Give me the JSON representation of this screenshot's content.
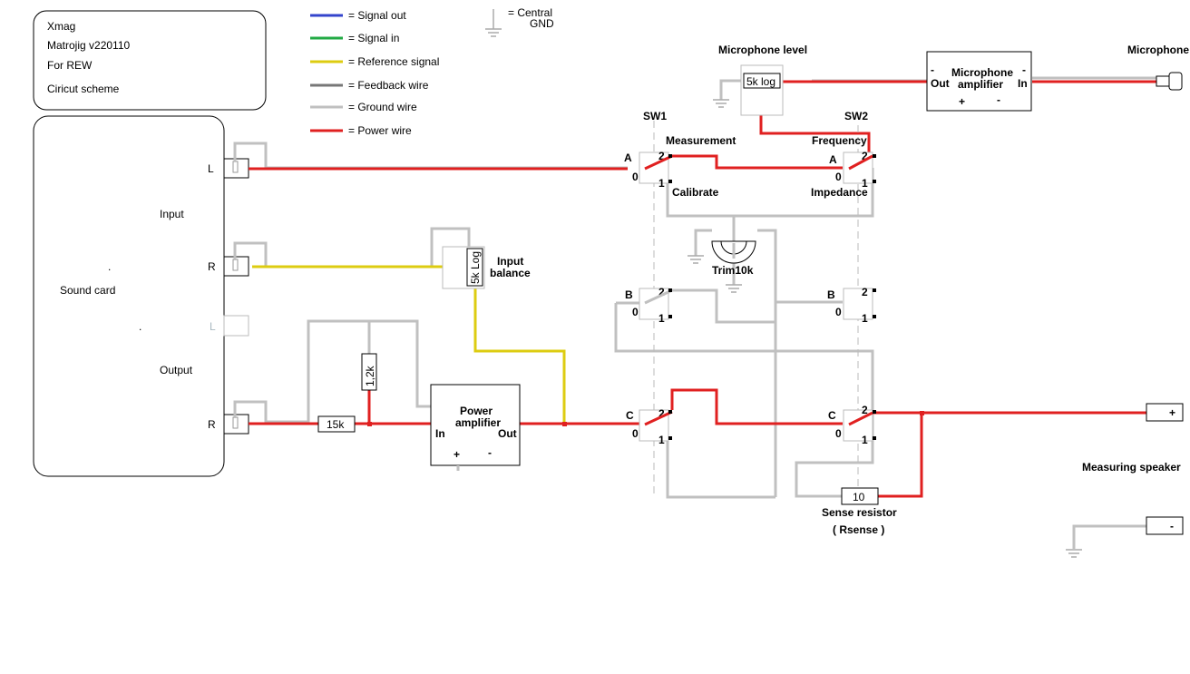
{
  "info_box": {
    "line1": "Xmag",
    "line2": "Matrojig v220110",
    "line3": "For REW",
    "line4": "Ciricut scheme"
  },
  "legend": {
    "items": [
      {
        "label": "= Signal out",
        "color": "#3344cc"
      },
      {
        "label": "= Signal in",
        "color": "#22aa44"
      },
      {
        "label": "= Reference signal",
        "color": "#ddcc11"
      },
      {
        "label": "= Feedback wire",
        "color": "#777777"
      },
      {
        "label": "= Ground wire",
        "color": "#c0c0c0"
      },
      {
        "label": "= Power wire",
        "color": "#e02020"
      }
    ],
    "central_gnd_line1": "= Central",
    "central_gnd_line2": "GND"
  },
  "sound_card": {
    "label": "Sound card",
    "input_label": "Input",
    "output_label": "Output",
    "port_in_l": "L",
    "port_in_r": "R",
    "port_out_l": "L",
    "port_out_r": "R",
    "dot": "."
  },
  "components": {
    "mic_level_title": "Microphone level",
    "mic_pot": "5k log",
    "mic_amp_line1": "Microphone",
    "mic_amp_line2": "amplifier",
    "mic_amp_out": "Out",
    "mic_amp_in": "In",
    "mic_amp_minus_left": "-",
    "mic_amp_minus_right": "-",
    "mic_amp_plus": "+",
    "mic_amp_minus_bottom": "-",
    "microphone": "Microphone",
    "input_pot": "5k Log",
    "input_balance_line1": "Input",
    "input_balance_line2": "balance",
    "trim": "Trim10k",
    "resistor_1k2": "1,2k",
    "resistor_15k": "15k",
    "power_amp_line1": "Power",
    "power_amp_line2": "amplifier",
    "power_amp_in": "In",
    "power_amp_out": "Out",
    "power_amp_plus": "+",
    "power_amp_minus": "-",
    "sense_resistor_value": "10",
    "sense_resistor_line1": "Sense resistor",
    "sense_resistor_line2": "( Rsense )",
    "speaker_label": "Measuring speaker",
    "speaker_plus": "+",
    "speaker_minus": "-"
  },
  "switches": {
    "sw1": "SW1",
    "sw2": "SW2",
    "measurement": "Measurement",
    "calibrate": "Calibrate",
    "frequency": "Frequency",
    "impedance": "Impedance",
    "deck_a": "A",
    "deck_b": "B",
    "deck_c": "C",
    "pos_0": "0",
    "pos_1": "1",
    "pos_2": "2"
  }
}
